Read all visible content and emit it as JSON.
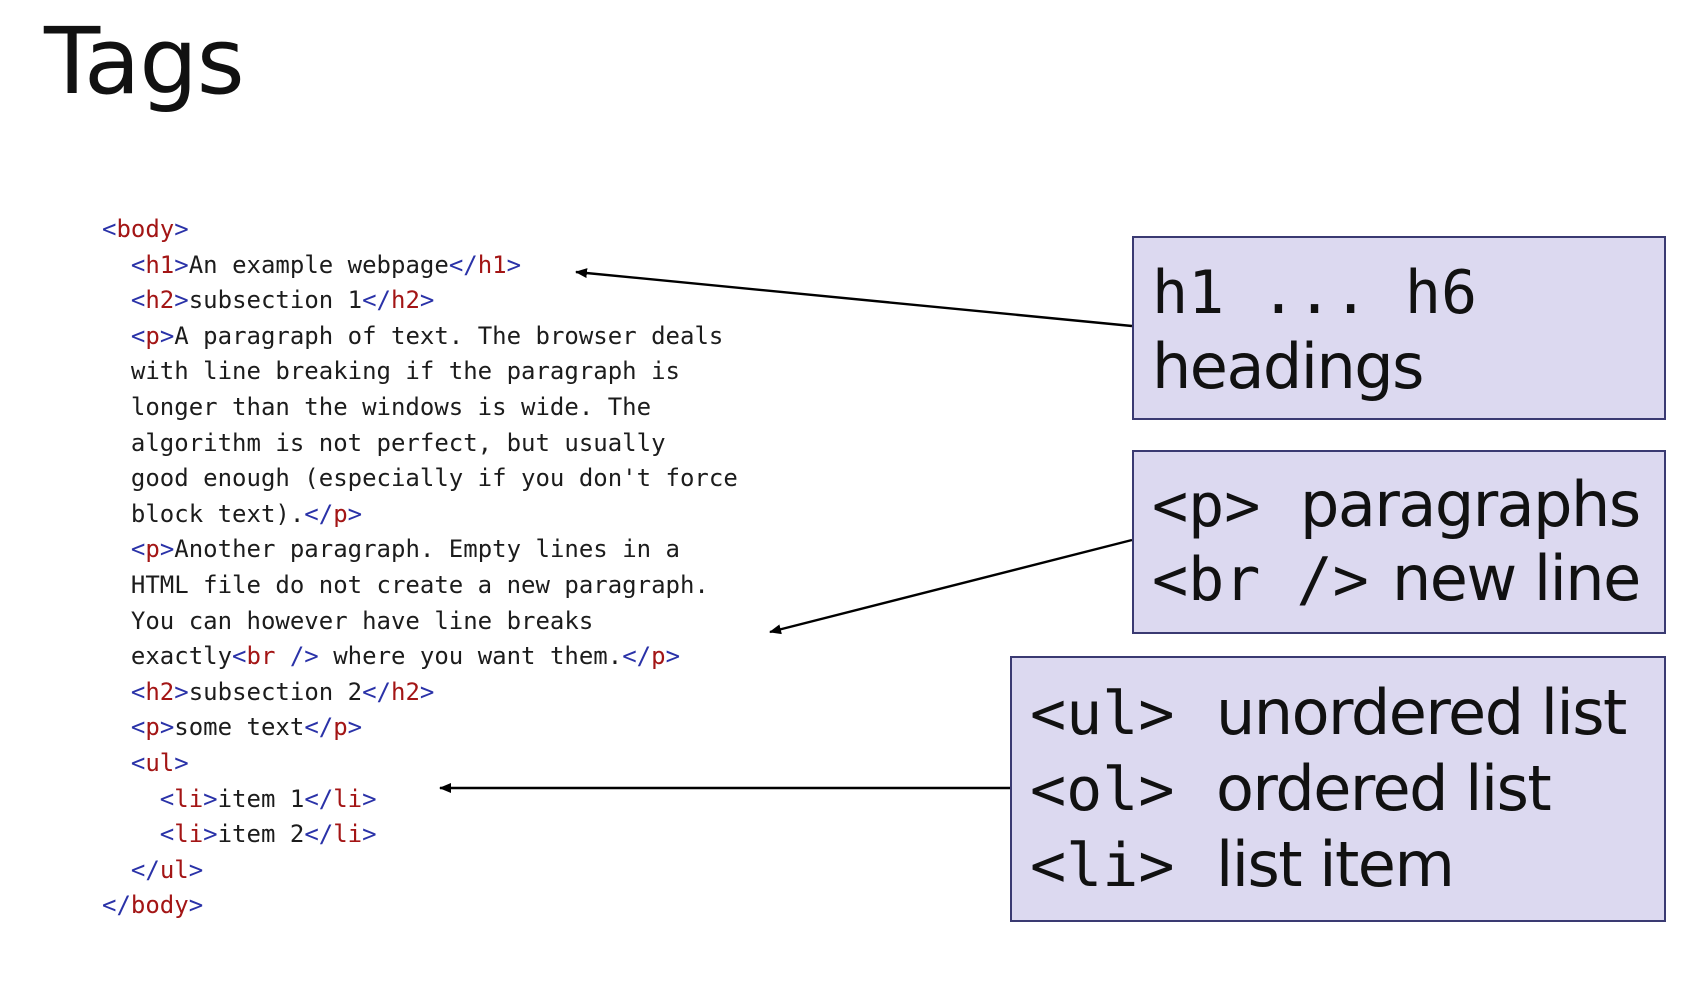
{
  "slide": {
    "title": "Tags"
  },
  "code": {
    "lines": [
      [
        {
          "t": "<",
          "c": "tag"
        },
        {
          "t": "body",
          "c": "tagname"
        },
        {
          "t": ">",
          "c": "tag"
        }
      ],
      [
        {
          "t": "  "
        },
        {
          "t": "<",
          "c": "tag"
        },
        {
          "t": "h1",
          "c": "tagname"
        },
        {
          "t": ">",
          "c": "tag"
        },
        {
          "t": "An example webpage"
        },
        {
          "t": "</",
          "c": "tag"
        },
        {
          "t": "h1",
          "c": "tagname"
        },
        {
          "t": ">",
          "c": "tag"
        }
      ],
      [
        {
          "t": "  "
        },
        {
          "t": "<",
          "c": "tag"
        },
        {
          "t": "h2",
          "c": "tagname"
        },
        {
          "t": ">",
          "c": "tag"
        },
        {
          "t": "subsection 1"
        },
        {
          "t": "</",
          "c": "tag"
        },
        {
          "t": "h2",
          "c": "tagname"
        },
        {
          "t": ">",
          "c": "tag"
        }
      ],
      [
        {
          "t": "  "
        },
        {
          "t": "<",
          "c": "tag"
        },
        {
          "t": "p",
          "c": "tagname"
        },
        {
          "t": ">",
          "c": "tag"
        },
        {
          "t": "A paragraph of text. The browser deals"
        }
      ],
      [
        {
          "t": "  with line breaking if the paragraph is"
        }
      ],
      [
        {
          "t": "  longer than the windows is wide. The"
        }
      ],
      [
        {
          "t": "  algorithm is not perfect, but usually"
        }
      ],
      [
        {
          "t": "  good enough (especially if you don't force"
        }
      ],
      [
        {
          "t": "  block text)."
        },
        {
          "t": "</",
          "c": "tag"
        },
        {
          "t": "p",
          "c": "tagname"
        },
        {
          "t": ">",
          "c": "tag"
        }
      ],
      [
        {
          "t": "  "
        },
        {
          "t": "<",
          "c": "tag"
        },
        {
          "t": "p",
          "c": "tagname"
        },
        {
          "t": ">",
          "c": "tag"
        },
        {
          "t": "Another paragraph. Empty lines in a"
        }
      ],
      [
        {
          "t": "  HTML file do not create a new paragraph."
        }
      ],
      [
        {
          "t": "  You can however have line breaks"
        }
      ],
      [
        {
          "t": "  exactly"
        },
        {
          "t": "<",
          "c": "tag"
        },
        {
          "t": "br",
          "c": "tagname"
        },
        {
          "t": " />",
          "c": "tag"
        },
        {
          "t": " where you want them."
        },
        {
          "t": "</",
          "c": "tag"
        },
        {
          "t": "p",
          "c": "tagname"
        },
        {
          "t": ">",
          "c": "tag"
        }
      ],
      [
        {
          "t": "  "
        },
        {
          "t": "<",
          "c": "tag"
        },
        {
          "t": "h2",
          "c": "tagname"
        },
        {
          "t": ">",
          "c": "tag"
        },
        {
          "t": "subsection 2"
        },
        {
          "t": "</",
          "c": "tag"
        },
        {
          "t": "h2",
          "c": "tagname"
        },
        {
          "t": ">",
          "c": "tag"
        }
      ],
      [
        {
          "t": "  "
        },
        {
          "t": "<",
          "c": "tag"
        },
        {
          "t": "p",
          "c": "tagname"
        },
        {
          "t": ">",
          "c": "tag"
        },
        {
          "t": "some text"
        },
        {
          "t": "</",
          "c": "tag"
        },
        {
          "t": "p",
          "c": "tagname"
        },
        {
          "t": ">",
          "c": "tag"
        }
      ],
      [
        {
          "t": "  "
        },
        {
          "t": "<",
          "c": "tag"
        },
        {
          "t": "ul",
          "c": "tagname"
        },
        {
          "t": ">",
          "c": "tag"
        }
      ],
      [
        {
          "t": "    "
        },
        {
          "t": "<",
          "c": "tag"
        },
        {
          "t": "li",
          "c": "tagname"
        },
        {
          "t": ">",
          "c": "tag"
        },
        {
          "t": "item 1"
        },
        {
          "t": "</",
          "c": "tag"
        },
        {
          "t": "li",
          "c": "tagname"
        },
        {
          "t": ">",
          "c": "tag"
        }
      ],
      [
        {
          "t": "    "
        },
        {
          "t": "<",
          "c": "tag"
        },
        {
          "t": "li",
          "c": "tagname"
        },
        {
          "t": ">",
          "c": "tag"
        },
        {
          "t": "item 2"
        },
        {
          "t": "</",
          "c": "tag"
        },
        {
          "t": "li",
          "c": "tagname"
        },
        {
          "t": ">",
          "c": "tag"
        }
      ],
      [
        {
          "t": "  "
        },
        {
          "t": "</",
          "c": "tag"
        },
        {
          "t": "ul",
          "c": "tagname"
        },
        {
          "t": ">",
          "c": "tag"
        }
      ],
      [
        {
          "t": "</",
          "c": "tag"
        },
        {
          "t": "body",
          "c": "tagname"
        },
        {
          "t": ">",
          "c": "tag"
        }
      ]
    ]
  },
  "callouts": {
    "headings": {
      "term": "h1 ... h6",
      "desc": "headings"
    },
    "paragraphs": {
      "p_term": "<p>",
      "p_desc": "paragraphs",
      "br_term": "<br />",
      "br_desc": "new line"
    },
    "lists": {
      "ul_term": "<ul>",
      "ul_desc": "unordered list",
      "ol_term": "<ol>",
      "ol_desc": "ordered list",
      "li_term": "<li>",
      "li_desc": "list item"
    }
  },
  "colors": {
    "tag_bracket": "#2a32a8",
    "tag_name": "#a31515",
    "code_text": "#1c1c1c",
    "callout_fill": "#dcd9f0",
    "callout_border": "#3a3a72",
    "arrow": "#000000"
  }
}
